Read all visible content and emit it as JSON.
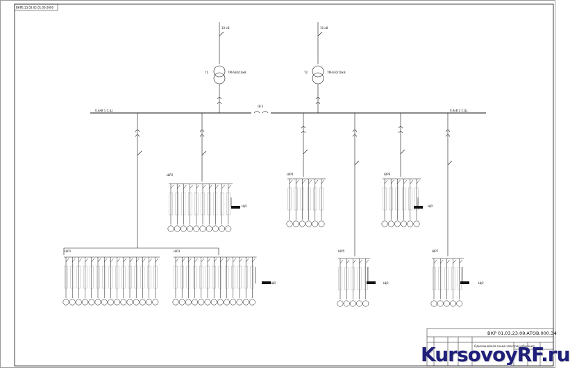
{
  "sheet": {
    "stamp_code": "ВКРБ.13.03.02.01.00.0000",
    "document_code": "ВКР 01.03.23.09.АТОВ.000.Э4",
    "watermark": "KursovoyRF.ru"
  },
  "sources": [
    {
      "id": "T1",
      "supply_label": "10 кВ",
      "transformer_label": "ТМ-630/10кВ"
    },
    {
      "id": "T2",
      "supply_label": "10 кВ",
      "transformer_label": "ТМ-630/10кВ"
    }
  ],
  "busbar": {
    "left_label": "0,4кВ 1 С.Ш.",
    "right_label": "0,4кВ 2 С.Ш.",
    "coupler_label": "QF3"
  },
  "cabinets": [
    {
      "id": "ШР1",
      "label": "ШР1"
    },
    {
      "id": "ШР2",
      "label": "ШР2"
    },
    {
      "id": "ШР3",
      "label": "ШР3"
    },
    {
      "id": "ШР4",
      "label": "ШР4"
    },
    {
      "id": "ШР5",
      "label": "ШР5"
    },
    {
      "id": "ШР6",
      "label": "ШР6"
    },
    {
      "id": "ШР7",
      "label": "ШР7"
    }
  ],
  "lighting_label": "ЩО",
  "title_block": {
    "description": "Однолинейная схема электроснабжения"
  }
}
